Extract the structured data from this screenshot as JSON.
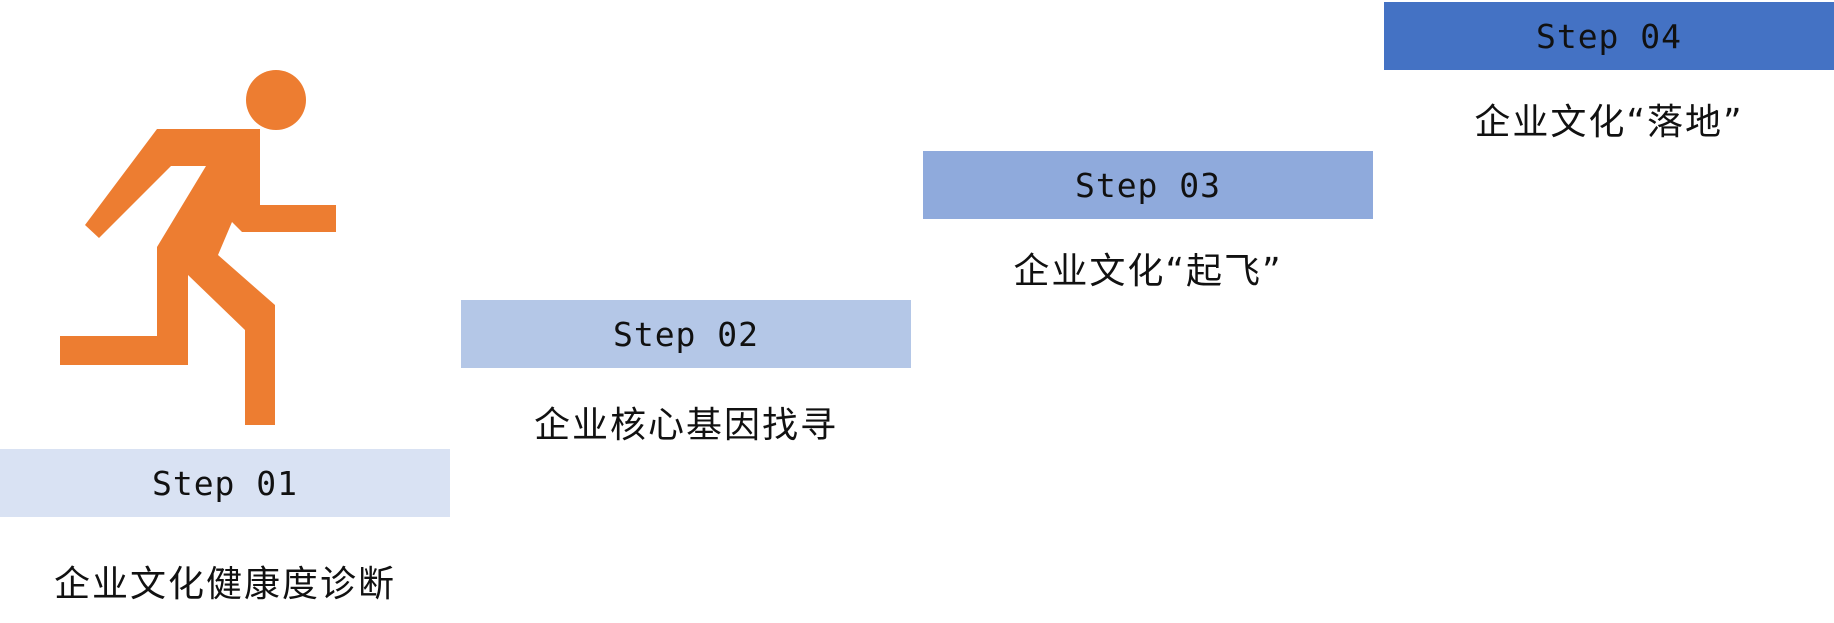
{
  "colors": {
    "runner": "#ED7D31",
    "step1": "#D9E2F3",
    "step2": "#B4C7E7",
    "step3": "#8FAADC",
    "step4": "#4472C4"
  },
  "icon": "running-person-icon",
  "steps": [
    {
      "label": "Step 01",
      "caption": "企业文化健康度诊断"
    },
    {
      "label": "Step 02",
      "caption": "企业核心基因找寻"
    },
    {
      "label": "Step 03",
      "caption": "企业文化“起飞”"
    },
    {
      "label": "Step 04",
      "caption": "企业文化“落地”"
    }
  ]
}
